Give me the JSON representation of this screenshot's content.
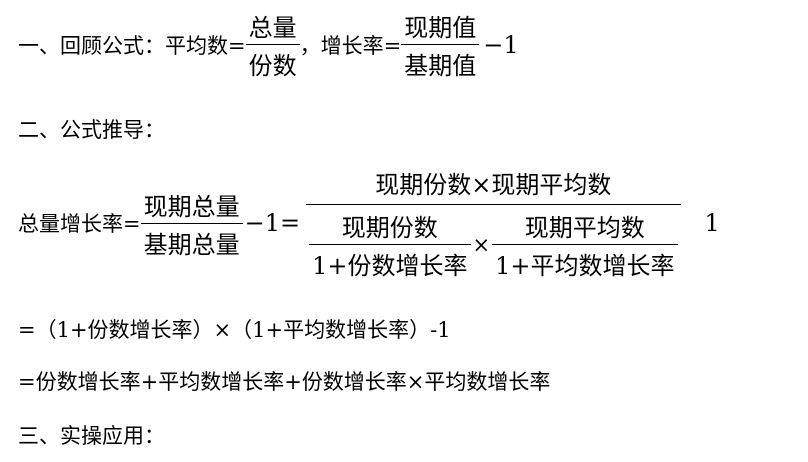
{
  "section1": {
    "label": "一、回顾公式：平均数=",
    "avg_num": "总量",
    "avg_den": "份数",
    "sep": "，增长率=",
    "rate_num": "现期值",
    "rate_den": "基期值",
    "minus_one": "−1"
  },
  "section2": {
    "label": "二、公式推导："
  },
  "derivation": {
    "lhs": "总量增长率=",
    "f1_num": "现期总量",
    "f1_den": "基期总量",
    "minus_eq": "−1=",
    "f2_num": "现期份数×现期平均数",
    "inner1_num": "现期份数",
    "inner1_den": "1+份数增长率",
    "times": "×",
    "inner2_num": "现期平均数",
    "inner2_den": "1+平均数增长率",
    "trailing": "1"
  },
  "step1": "=（1+份数增长率）×（1+平均数增长率）-1",
  "step2": "=份数增长率+平均数增长率+份数增长率×平均数增长率",
  "section3": {
    "label": "三、实操应用："
  }
}
